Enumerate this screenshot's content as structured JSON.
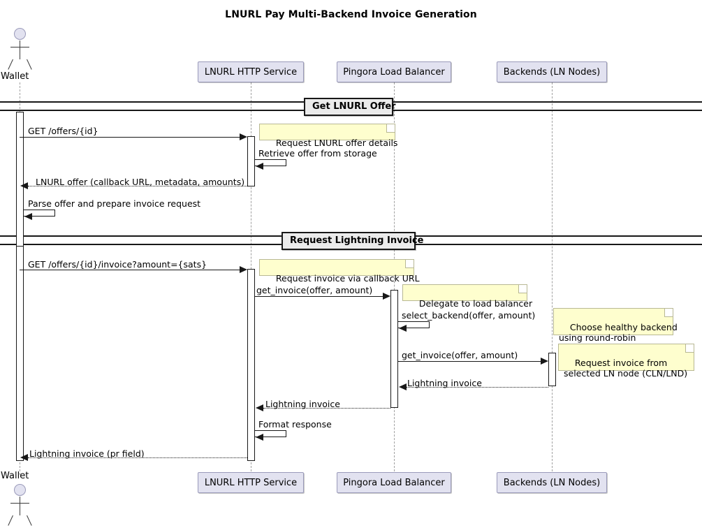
{
  "diagram": {
    "title": "LNURL Pay Multi-Backend Invoice Generation",
    "type": "uml-sequence-diagram",
    "colors": {
      "participant_fill": "#E2E2F0",
      "participant_border": "#9A9ABA",
      "note_fill": "#FEFECE",
      "note_border": "#B8B894",
      "divider_fill": "#EBEBEB",
      "line": "#181818",
      "lifeline": "#A0A0A0"
    }
  },
  "participants": [
    {
      "id": "wallet",
      "label": "Wallet",
      "kind": "actor"
    },
    {
      "id": "http",
      "label": "LNURL HTTP Service",
      "kind": "participant"
    },
    {
      "id": "lb",
      "label": "Pingora Load Balancer",
      "kind": "participant"
    },
    {
      "id": "backends",
      "label": "Backends (LN Nodes)",
      "kind": "participant"
    }
  ],
  "sections": [
    {
      "id": "sec1",
      "label": "Get LNURL Offer"
    },
    {
      "id": "sec2",
      "label": "Request Lightning Invoice"
    }
  ],
  "messages": [
    {
      "id": "m1",
      "label": "GET /offers/{id}",
      "from": "wallet",
      "to": "http",
      "style": "solid"
    },
    {
      "id": "m2",
      "label": "Retrieve offer from storage",
      "from": "http",
      "to": "http",
      "style": "self"
    },
    {
      "id": "m3",
      "label": "LNURL offer (callback URL, metadata, amounts)",
      "from": "http",
      "to": "wallet",
      "style": "dotted"
    },
    {
      "id": "m4",
      "label": "Parse offer and prepare invoice request",
      "from": "wallet",
      "to": "wallet",
      "style": "self"
    },
    {
      "id": "m5",
      "label": "GET /offers/{id}/invoice?amount={sats}",
      "from": "wallet",
      "to": "http",
      "style": "solid"
    },
    {
      "id": "m6",
      "label": "get_invoice(offer, amount)",
      "from": "http",
      "to": "lb",
      "style": "solid"
    },
    {
      "id": "m7",
      "label": "select_backend(offer, amount)",
      "from": "lb",
      "to": "lb",
      "style": "self"
    },
    {
      "id": "m8",
      "label": "get_invoice(offer, amount)",
      "from": "lb",
      "to": "backends",
      "style": "solid"
    },
    {
      "id": "m9",
      "label": "Lightning invoice",
      "from": "backends",
      "to": "lb",
      "style": "dotted"
    },
    {
      "id": "m10",
      "label": "Lightning invoice",
      "from": "lb",
      "to": "http",
      "style": "dotted"
    },
    {
      "id": "m11",
      "label": "Format response",
      "from": "http",
      "to": "http",
      "style": "self"
    },
    {
      "id": "m12",
      "label": "Lightning invoice (pr field)",
      "from": "http",
      "to": "wallet",
      "style": "dotted"
    }
  ],
  "notes": [
    {
      "id": "n1",
      "text": "Request LNURL offer details",
      "anchor": "http"
    },
    {
      "id": "n2",
      "text": "Request invoice via callback URL",
      "anchor": "http"
    },
    {
      "id": "n3",
      "text": "Delegate to load balancer",
      "anchor": "lb"
    },
    {
      "id": "n4",
      "text": "Choose healthy backend\nusing round-robin",
      "anchor": "lb"
    },
    {
      "id": "n5",
      "text": "Request invoice from\nselected LN node (CLN/LND)",
      "anchor": "backends"
    }
  ]
}
